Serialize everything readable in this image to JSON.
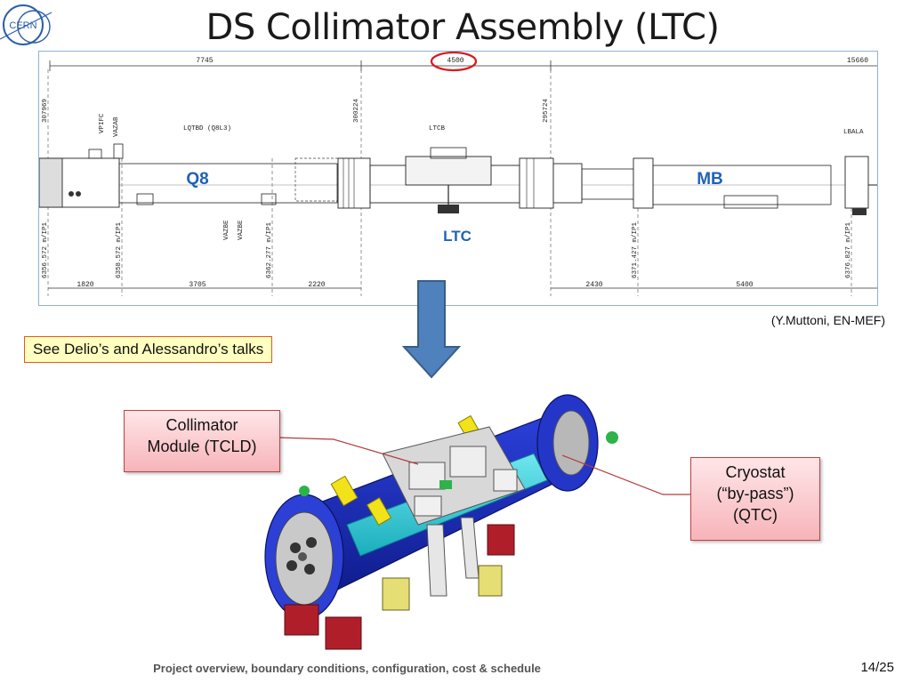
{
  "header": {
    "title": "DS Collimator Assembly (LTC)",
    "logo_text": "CERN"
  },
  "drawing": {
    "top_dims": [
      "7745",
      "4500",
      "15660"
    ],
    "bottom_dims": [
      "1820",
      "3705",
      "2220",
      "2430",
      "5400"
    ],
    "top_positions": [
      "307969",
      "300224",
      "295724"
    ],
    "bottom_positions": [
      "6356.572 m/IP1",
      "6358.572 m/IP1",
      "6362.277 m/IP1",
      "6371.427 m/IP1",
      "6376.827 m/IP1"
    ],
    "element_labels": [
      "LQTBD (Q8L3)",
      "LTCB",
      "LBALA"
    ],
    "valve_labels": [
      "VPIFC",
      "VAZAB",
      "VAZBE",
      "VAZBE"
    ],
    "magnet_labels": {
      "q8": "Q8",
      "mb": "MB",
      "ltc": "LTC"
    }
  },
  "credit": "(Y.Muttoni, EN-MEF)",
  "note": "See Delio’s and Alessandro’s talks",
  "callouts": {
    "tcld": {
      "line1": "Collimator",
      "line2": "Module (TCLD)"
    },
    "qtc": {
      "line1": "Cryostat",
      "line2": "(“by-pass”)",
      "line3": "(QTC)"
    }
  },
  "footer": {
    "text": "Project overview, boundary conditions, configuration, cost & schedule",
    "page": "14/25"
  },
  "colors": {
    "accent_blue": "#1f63b5",
    "highlight_red": "#d81b1b",
    "arrow_blue": "#4f81bd",
    "callout_pink": "#f6b4b9"
  }
}
